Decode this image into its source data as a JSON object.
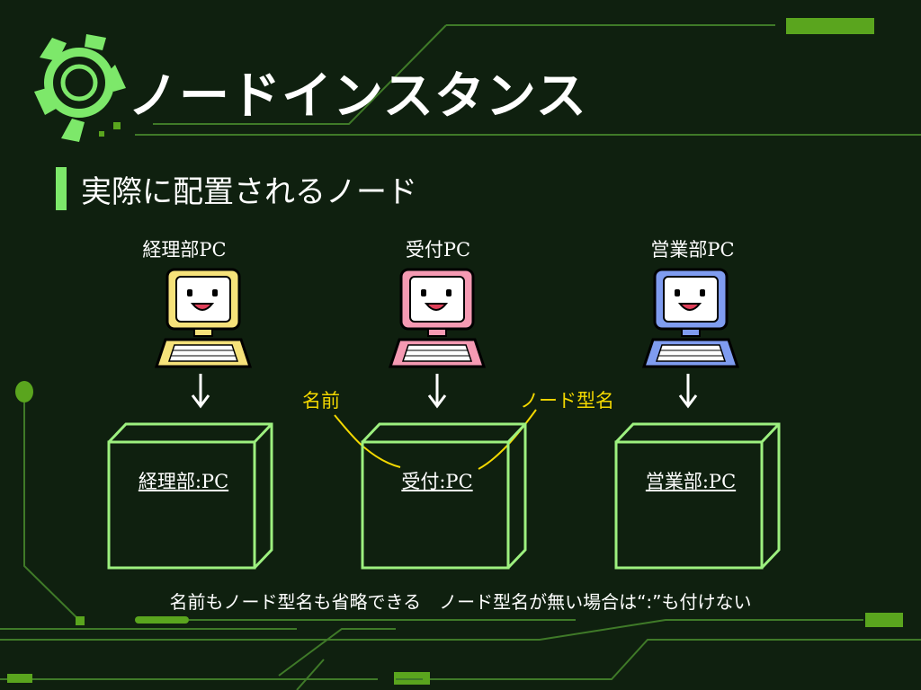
{
  "slide": {
    "title": "ノードインスタンス",
    "subtitle": "実際に配置されるノード",
    "footer": "名前もノード型名も省略できる　ノード型名が無い場合は“:”も付けない"
  },
  "pcs": [
    {
      "label": "経理部PC",
      "screen_color": "#f6e27a",
      "node_label": "経理部:PC"
    },
    {
      "label": "受付PC",
      "screen_color": "#f59ab3",
      "node_label": "受付:PC"
    },
    {
      "label": "営業部PC",
      "screen_color": "#7f9cf0",
      "node_label": "営業部:PC"
    }
  ],
  "annotations": {
    "name": "名前",
    "node_type_name": "ノード型名"
  },
  "colors": {
    "background": "#0f200f",
    "accent": "#7de86a",
    "annotation": "#f3d800"
  },
  "icons": [
    "gear-logo-icon",
    "computer-icon",
    "down-arrow-icon"
  ]
}
